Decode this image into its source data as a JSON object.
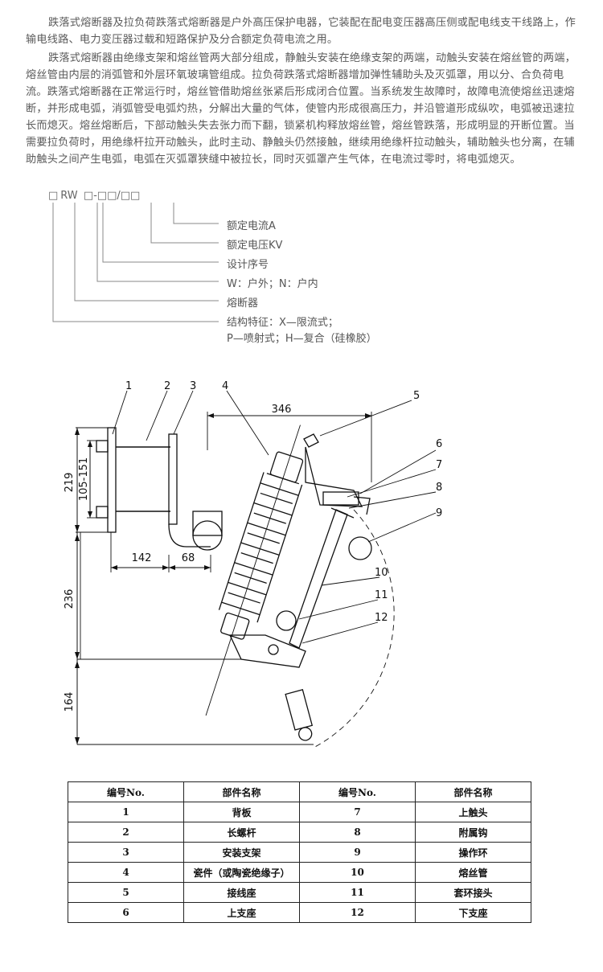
{
  "intro": {
    "para1": "跌落式熔断器及拉负荷跌落式熔断器是户外高压保护电器，它装配在配电变压器高压侧或配电线支干线路上，作输电线路、电力变压器过载和短路保护及分合额定负荷电流之用。",
    "para2": "跌落式熔断器由绝缘支架和熔丝管两大部分组成，静触头安装在绝缘支架的两端，动触头安装在熔丝管的两端，熔丝管由内层的消弧管和外层环氧玻璃管组成。拉负荷跌落式熔断器增加弹性辅助头及灭弧罩，用以分、合负荷电流。跌落式熔断器在正常运行时，熔丝管借助熔丝张紧后形成闭合位置。当系统发生故障时，故障电流使熔丝迅速熔断，并形成电弧，消弧管受电弧灼热，分解出大量的气体，使管内形成很高压力，并沿管道形成纵吹，电弧被迅速拉长而熄灭。熔丝熔断后，下部动触头失去张力而下翻，锁紧机构释放熔丝管，熔丝管跌落，形成明显的开断位置。当需要拉负荷时，用绝缘杆拉开动触头，此时主动、静触头仍然接触，继续用绝缘杆拉动触头，辅助触头也分离，在辅助触头之间产生电弧，电弧在灭弧罩狭缝中被拉长，同时灭弧罩产生气体，在电流过零时，将电弧熄灭。"
  },
  "model_code": {
    "box": "□",
    "rw": "RW",
    "rest": "□-□□/□□",
    "legend": [
      "额定电流A",
      "额定电压KV",
      "设计序号",
      "W：户外；N：户内",
      "熔断器",
      "结构特征：X—限流式；",
      "P—喷射式；H—复合（硅橡胶）"
    ]
  },
  "drawing": {
    "dims": {
      "d346": "346",
      "d219": "219",
      "d105": "105-151",
      "d142": "142",
      "d68": "68",
      "d236": "236",
      "d164": "164"
    },
    "callouts": [
      "1",
      "2",
      "3",
      "4",
      "5",
      "6",
      "7",
      "8",
      "9",
      "10",
      "11",
      "12"
    ]
  },
  "parts_table": {
    "headers": [
      "编号No.",
      "部件名称",
      "编号No.",
      "部件名称"
    ],
    "rows": [
      [
        "1",
        "背板",
        "7",
        "上触头"
      ],
      [
        "2",
        "长螺杆",
        "8",
        "附属钩"
      ],
      [
        "3",
        "安装支架",
        "9",
        "操作环"
      ],
      [
        "4",
        "瓷件（或陶瓷绝缘子）",
        "10",
        "熔丝管"
      ],
      [
        "5",
        "接线座",
        "11",
        "套环接头"
      ],
      [
        "6",
        "上支座",
        "12",
        "下支座"
      ]
    ]
  }
}
